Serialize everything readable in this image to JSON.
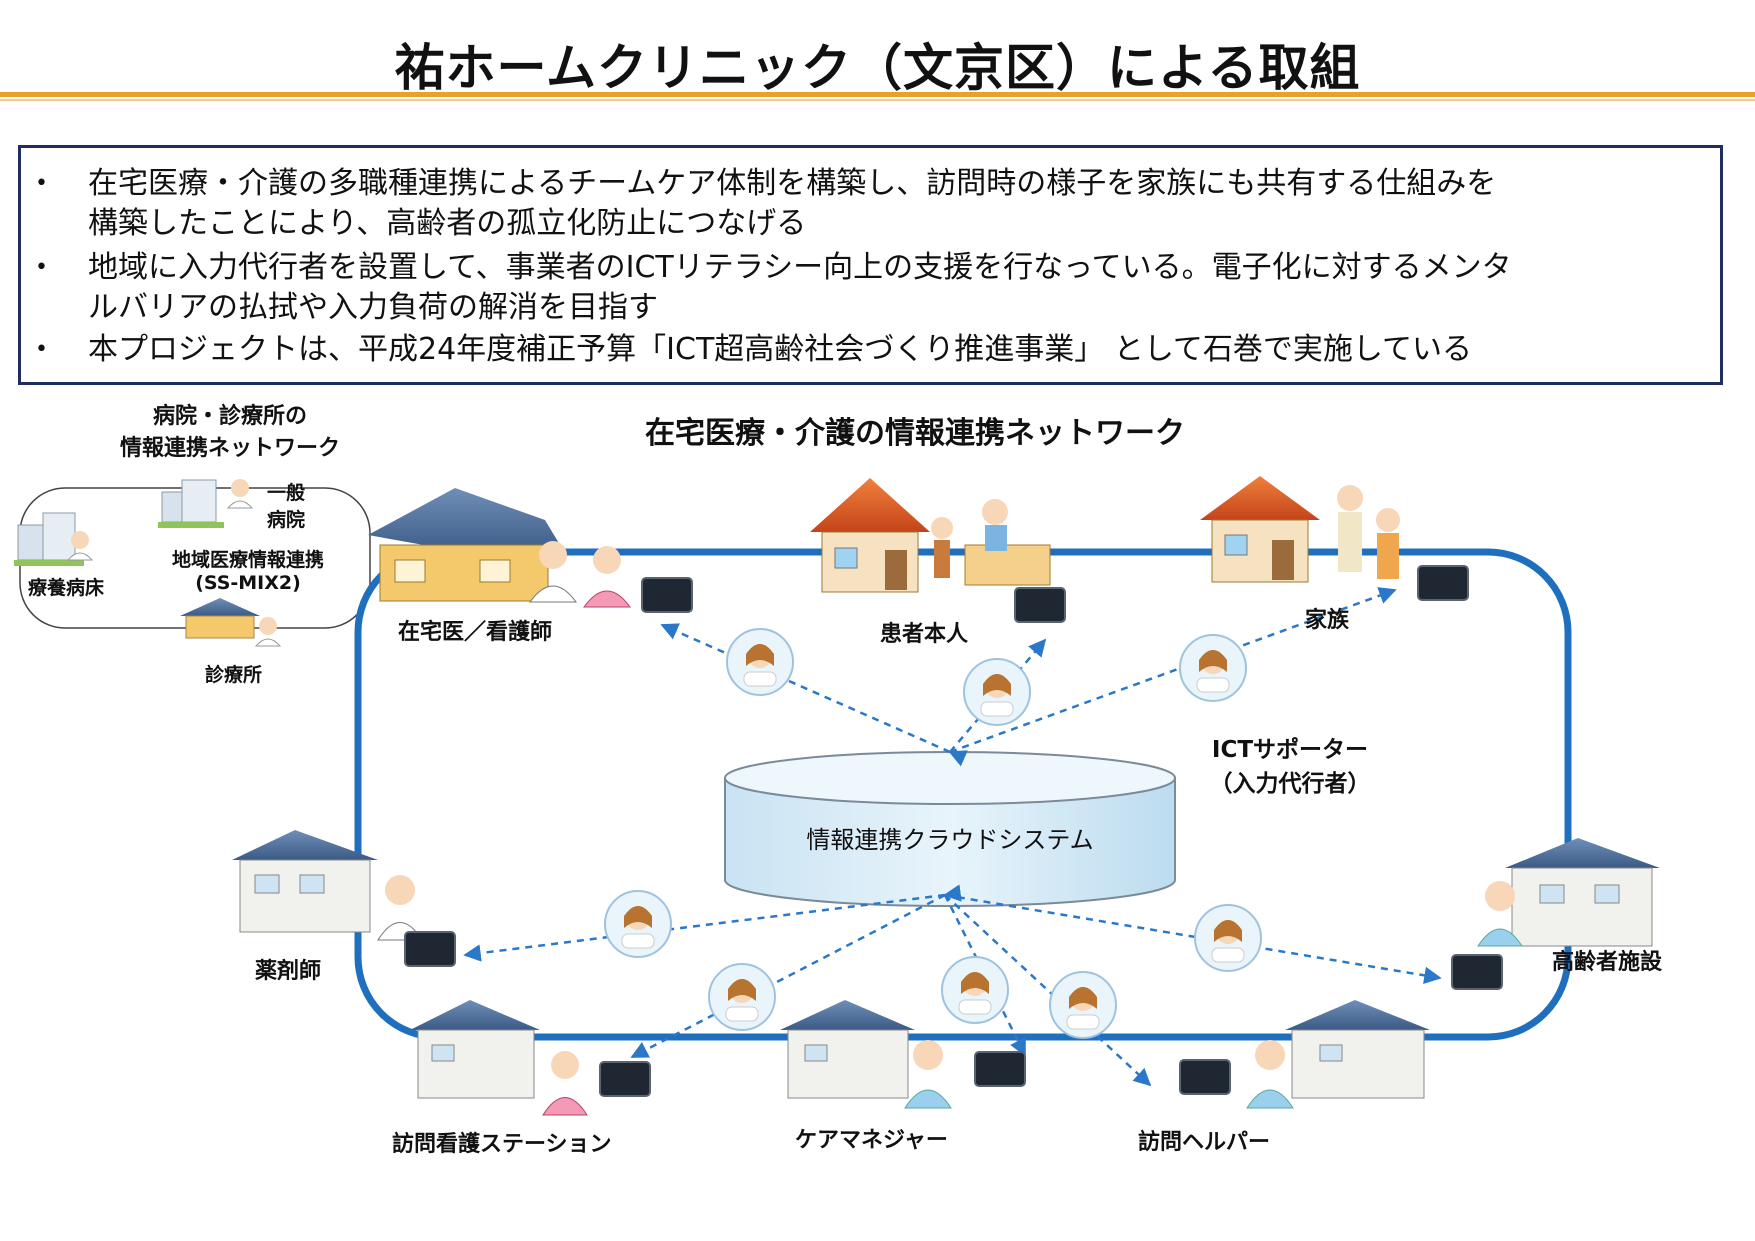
{
  "title": "祐ホームクリニック（文京区）による取組",
  "summary": {
    "bullets": [
      {
        "lines": [
          "在宅医療・介護の多職種連携によるチームケア体制を構築し、訪問時の様子を家族にも共有する仕組みを",
          "構築したことにより、高齢者の孤立化防止につなげる"
        ]
      },
      {
        "lines": [
          "地域に入力代行者を設置して、事業者のICTリテラシー向上の支援を行なっている。電子化に対するメンタ",
          "ルバリアの払拭や入力負荷の解消を目指す"
        ]
      },
      {
        "lines": [
          "本プロジェクトは、平成24年度補正予算「ICT超高齢社会づくり推進事業」 として石巻で実施している"
        ]
      }
    ],
    "bullet_char": "•"
  },
  "hospital_network": {
    "heading_line1": "病院・診療所の",
    "heading_line2": "情報連携ネットワーク",
    "general_hospital_line1": "一般",
    "general_hospital_line2": "病院",
    "regional_link_line1": "地域医療情報連携",
    "regional_link_line2": "(SS-MIX2)",
    "care_bed": "療養病床",
    "clinic": "診療所"
  },
  "care_network": {
    "heading": "在宅医療・介護の情報連携ネットワーク",
    "cloud": "情報連携クラウドシステム",
    "supporter_line1": "ICTサポーター",
    "supporter_line2": "（入力代行者）",
    "nodes": {
      "doctor_nurse": "在宅医／看護師",
      "patient": "患者本人",
      "family": "家族",
      "pharmacist": "薬剤師",
      "elderly_facility": "高齢者施設",
      "visiting_nurse_station": "訪問看護ステーション",
      "care_manager": "ケアマネジャー",
      "home_helper": "訪問ヘルパー"
    }
  },
  "colors": {
    "accent_rule": "#e9a12a",
    "ring": "#1f6fbf",
    "arrow": "#2b78c9",
    "summary_border": "#1f2d63",
    "cloud_fill": "#d9ecf7"
  }
}
